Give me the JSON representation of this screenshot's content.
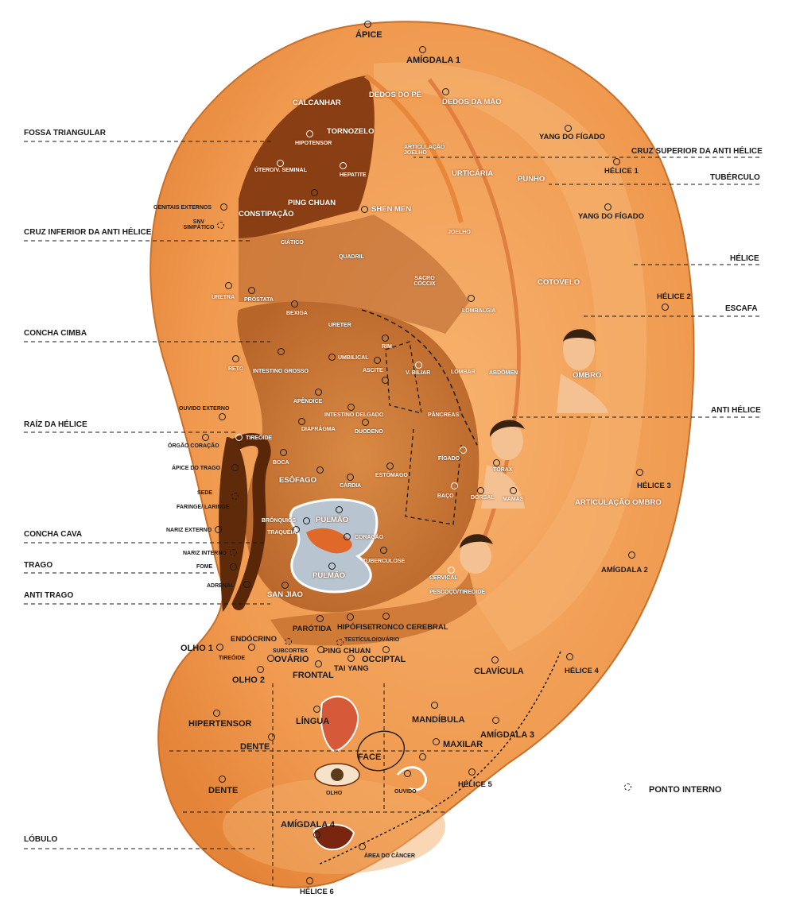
{
  "colors": {
    "skin": "#f2a25c",
    "skin_light": "#f9c48c",
    "concha": "#c8742e",
    "dark": "#6b3210",
    "lung": "#b8c4cf"
  },
  "zones": [
    "FOSSA TRIANGULAR",
    "CRUZ INFERIOR DA ANTI HÉLICE",
    "CONCHA CIMBA",
    "RAÍZ DA HÉLICE",
    "CONCHA CAVA",
    "TRAGO",
    "ANTI TRAGO",
    "LÓBULO",
    "CRUZ SUPERIOR DA ANTI HÉLICE",
    "TUBÉRCULO",
    "HÉLICE",
    "ESCAFA",
    "ANTI HÉLICE"
  ],
  "labels": [
    "ÁPICE",
    "AMÍGDALA 1",
    "CALCANHAR",
    "DEDOS DO PÉ",
    "DEDOS DA MÃO",
    "TORNOZELO",
    "HIPOTENSOR",
    "ARTICULAÇÃO JOELHO",
    "YANG DO FÍGADO",
    "HÉLICE 1",
    "ÚTERO/V. SEMINAL",
    "HEPATITE",
    "URTICÁRIA",
    "PUNHO",
    "GENITAIS EXTERNOS",
    "PING CHUAN",
    "SHEN MEN",
    "CONSTIPAÇÃO",
    "YANG DO FÍGADO",
    "SNV SIMPÁTICO",
    "JOELHO",
    "CIÁTICO",
    "QUADRIL",
    "SACRO CÓCCIX",
    "URETRA",
    "PRÓSTATA",
    "COTOVELO",
    "HÉLICE 2",
    "BEXIGA",
    "URETER",
    "LOMBALGIA",
    "RIM",
    "RETO",
    "INTESTINO GROSSO",
    "UMBILICAL",
    "ASCITE",
    "V. BILIAR",
    "LOMBAR",
    "ABDÔMEN",
    "OMBRO",
    "APÊNDICE",
    "OUVIDO EXTERNO",
    "INTESTINO DELGADO",
    "PÂNCREAS",
    "DIAFRÁGMA",
    "DUODENO",
    "TIREÓIDE",
    "ÓRGÃO CORAÇÃO",
    "BOCA",
    "FÍGADO",
    "ÁPICE DO TRAGO",
    "ESÔFAGO",
    "ESTÔMAGO",
    "TÓRAX",
    "CÁRDIA",
    "SEDE",
    "BAÇO",
    "DORSAL",
    "MAMAS",
    "HÉLICE 3",
    "FARINGE/ LARINGE",
    "ARTICULAÇÃO OMBRO",
    "BRÔNQUIOS",
    "PULMÃO",
    "NARIZ EXTERNO",
    "TRAQUÉIA",
    "CORAÇÃO",
    "NARIZ INTERNO",
    "FOME",
    "TUBERCULOSE",
    "PULMÃO",
    "AMÍGDALA 2",
    "CERVICAL",
    "ADRENAL",
    "SAN JIAO",
    "PESCOÇO/TIREOIDE",
    "PARÓTIDA",
    "HIPÓFISE",
    "TRONCO CEREBRAL",
    "ENDÓCRINO",
    "TESTÍCULO/OVÁRIO",
    "OLHO 1",
    "SUBCORTEX",
    "PING CHUAN",
    "TIREÓIDE",
    "OVÁRIO",
    "OCCIPTAL",
    "TAI YANG",
    "CLAVÍCULA",
    "HÉLICE 4",
    "OLHO 2",
    "FRONTAL",
    "MANDÍBULA",
    "HIPERTENSOR",
    "LÍNGUA",
    "AMÍGDALA 3",
    "DENTE",
    "MAXILAR",
    "FACE",
    "DENTE",
    "OLHO",
    "OUVIDO",
    "HÉLICE 5",
    "PONTO INTERNO",
    "AMÍGDALA 4",
    "ÁREA DO CÂNCER",
    "HÉLICE 6"
  ]
}
